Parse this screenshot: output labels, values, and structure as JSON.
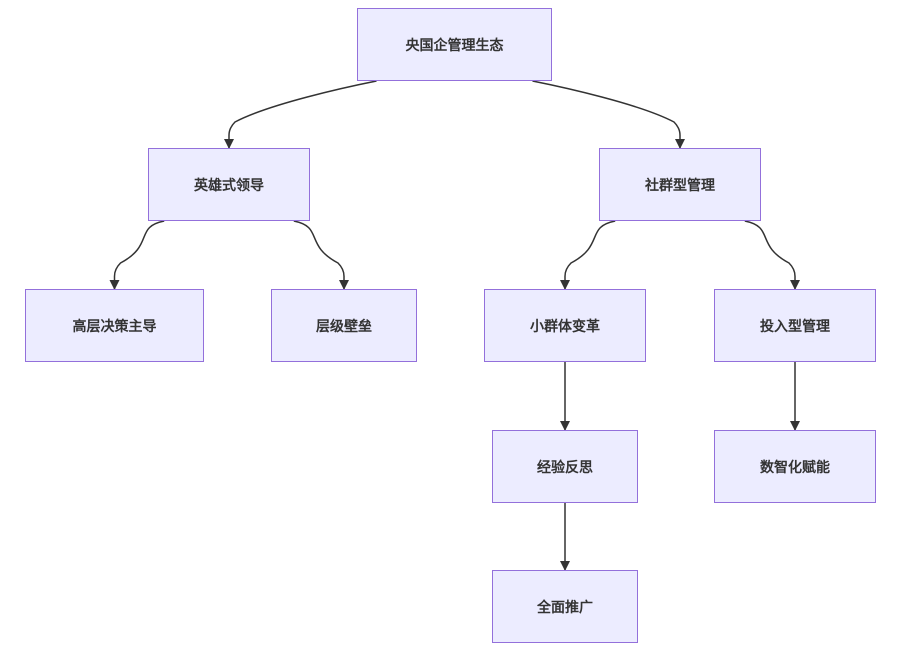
{
  "nodes": {
    "root": "央国企管理生态",
    "hero": "英雄式领导",
    "community": "社群型管理",
    "top_led": "高层决策主导",
    "barriers": "层级壁垒",
    "small_group": "小群体变革",
    "invest_mgmt": "投入型管理",
    "experience": "经验反思",
    "rollout": "全面推广",
    "digital": "数智化赋能"
  },
  "edges": [
    [
      "root",
      "hero"
    ],
    [
      "root",
      "community"
    ],
    [
      "hero",
      "top_led"
    ],
    [
      "hero",
      "barriers"
    ],
    [
      "community",
      "small_group"
    ],
    [
      "community",
      "invest_mgmt"
    ],
    [
      "small_group",
      "experience"
    ],
    [
      "experience",
      "rollout"
    ],
    [
      "invest_mgmt",
      "digital"
    ]
  ],
  "colors": {
    "node_fill": "#ececff",
    "node_border": "#9370db",
    "edge": "#333333",
    "text": "#333333"
  }
}
